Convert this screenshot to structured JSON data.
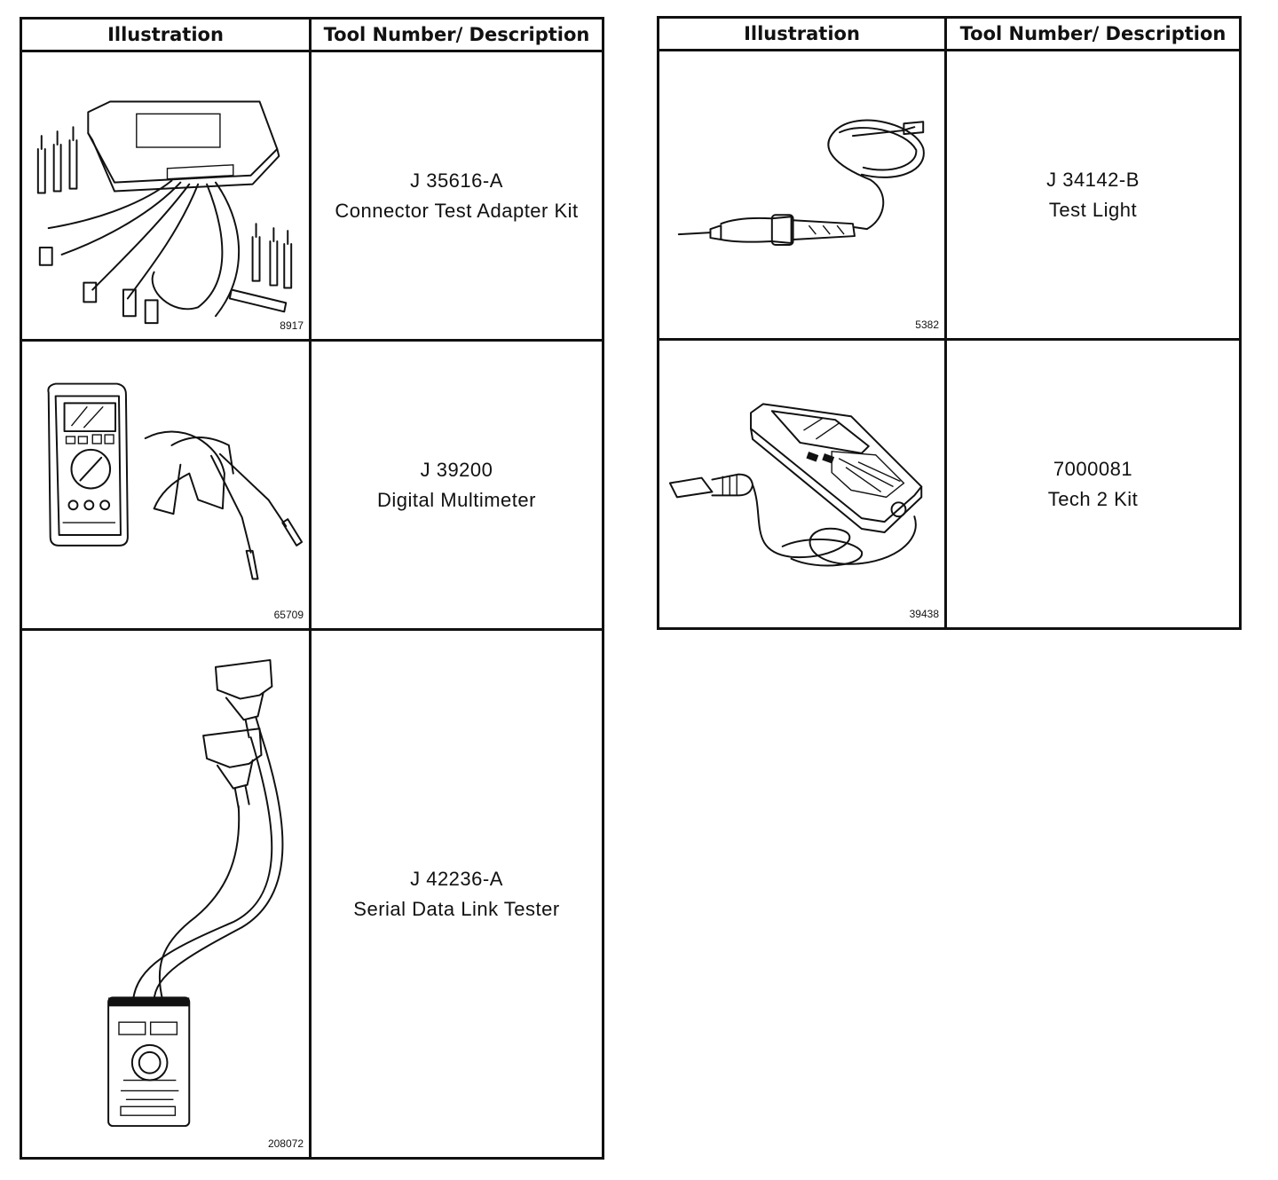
{
  "headers": {
    "illustration": "Illustration",
    "tool": "Tool Number/ Description"
  },
  "left_table": [
    {
      "fig": "8917",
      "number": "J 35616-A",
      "description": "Connector Test Adapter Kit",
      "icon": "adapter-kit-icon"
    },
    {
      "fig": "65709",
      "number": "J 39200",
      "description": "Digital Multimeter",
      "icon": "multimeter-icon"
    },
    {
      "fig": "208072",
      "number": "J 42236-A",
      "description": "Serial Data Link Tester",
      "icon": "data-link-tester-icon"
    }
  ],
  "right_table": [
    {
      "fig": "5382",
      "number": "J 34142-B",
      "description": "Test Light",
      "icon": "test-light-icon"
    },
    {
      "fig": "39438",
      "number": "7000081",
      "description": "Tech 2 Kit",
      "icon": "tech2-icon"
    }
  ]
}
